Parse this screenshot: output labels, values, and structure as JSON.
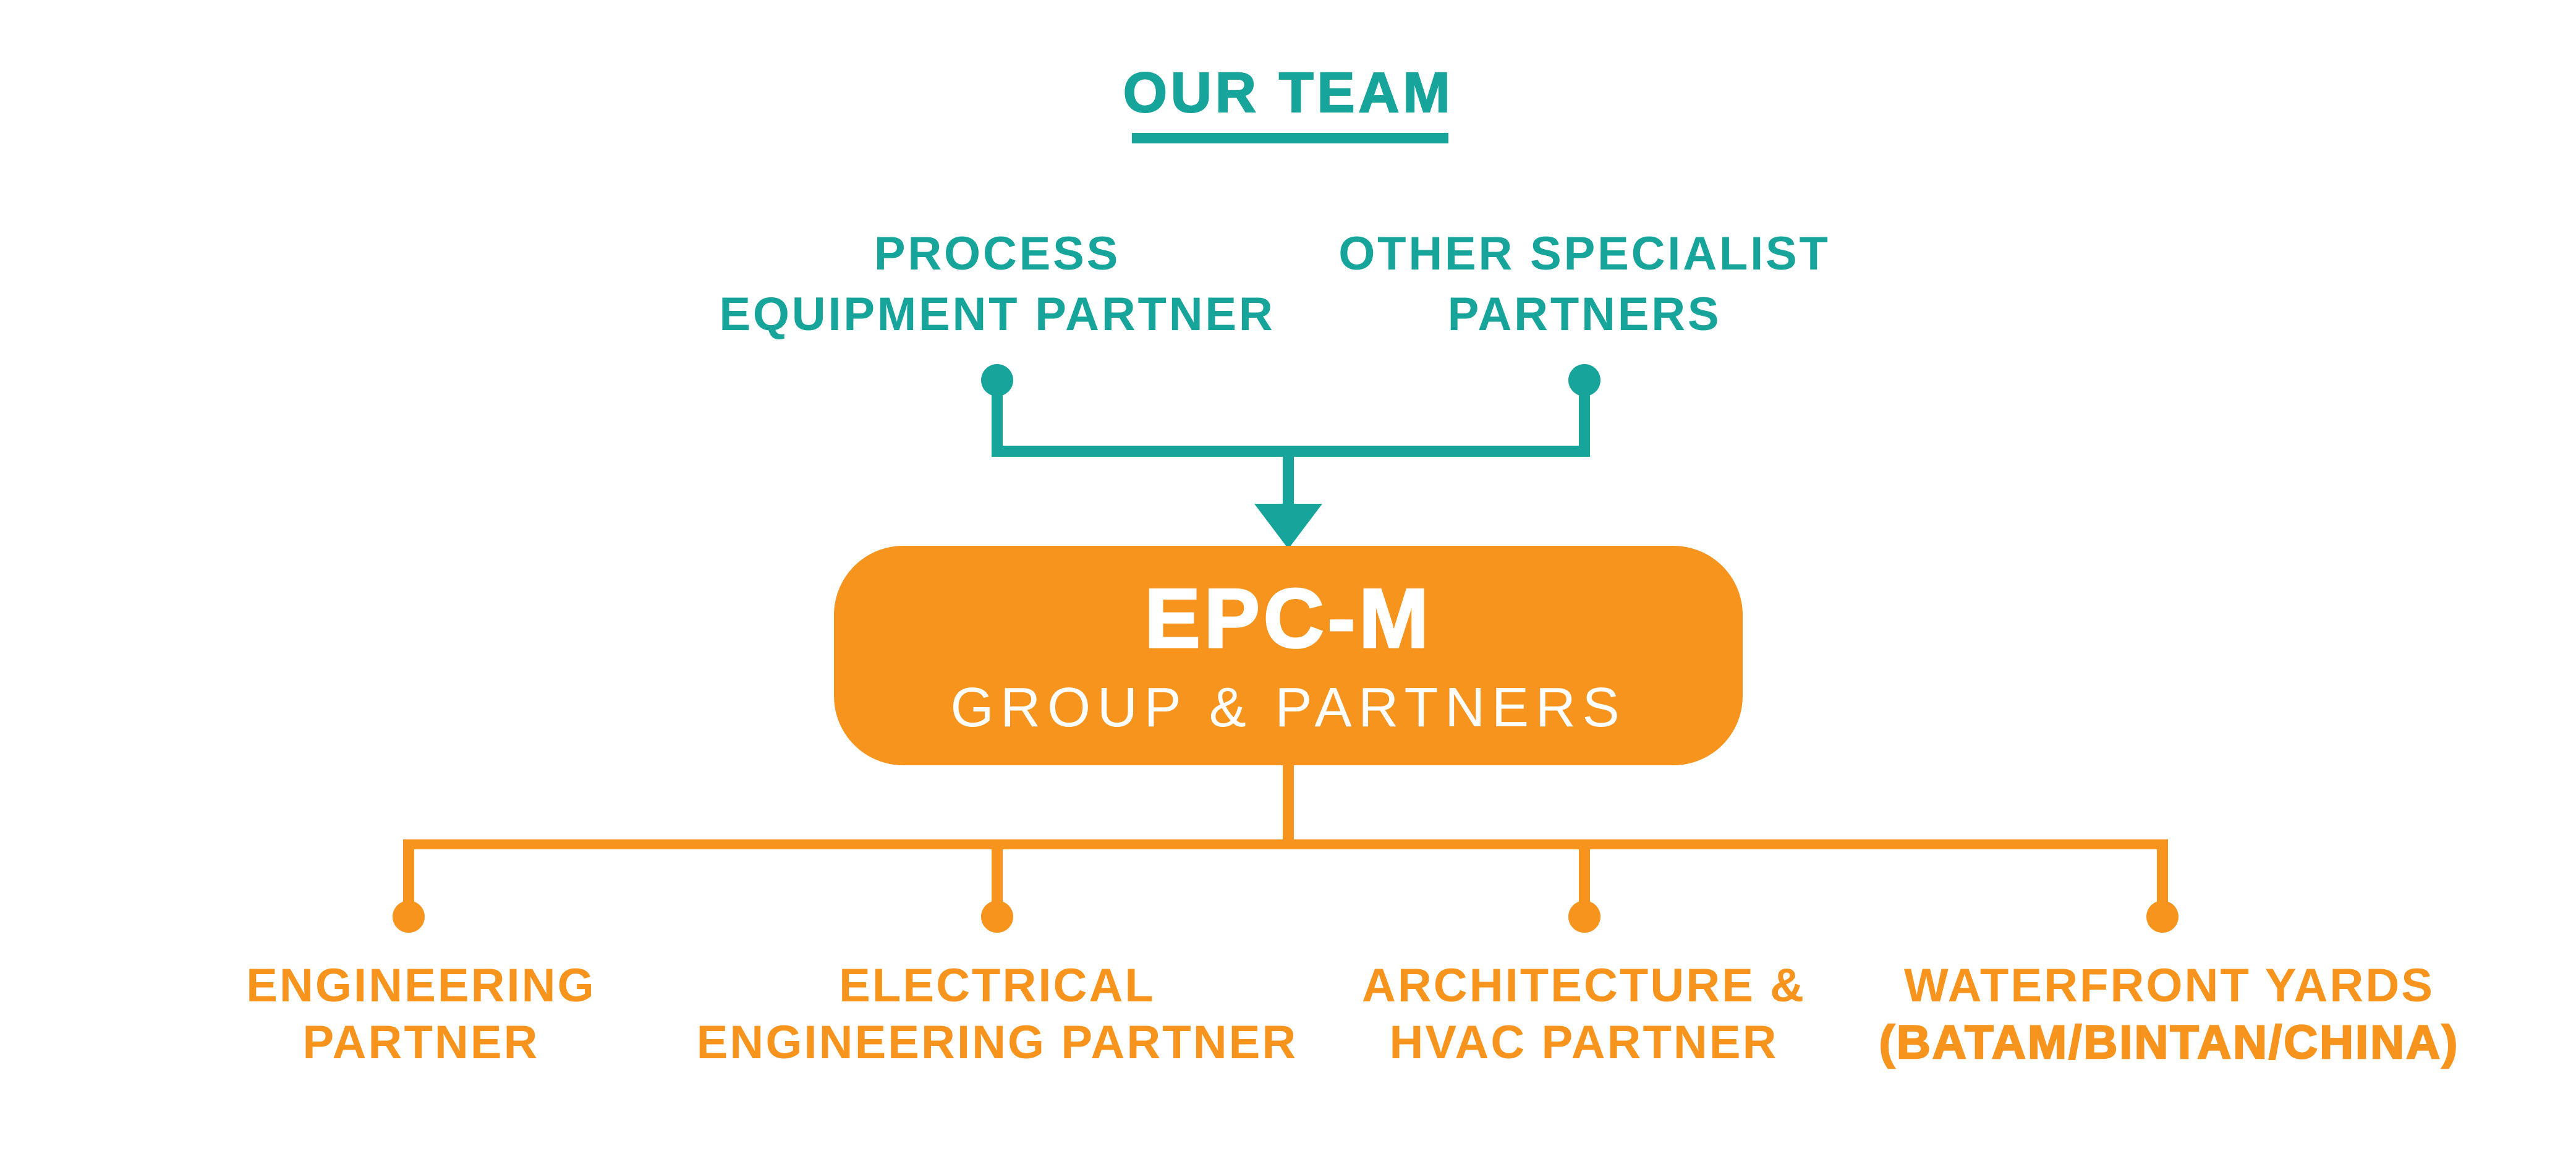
{
  "title": {
    "text": "OUR TEAM"
  },
  "colors": {
    "teal": "#17A49B",
    "orange": "#F6941E",
    "background": "#FFFFFF",
    "box_text": "#FFFFFF"
  },
  "top_partners": [
    {
      "lines": [
        "PROCESS",
        "EQUIPMENT PARTNER"
      ]
    },
    {
      "lines": [
        "OTHER SPECIALIST",
        "PARTNERS"
      ]
    }
  ],
  "center_box": {
    "title": "EPC-M",
    "subtitle": "GROUP & PARTNERS"
  },
  "bottom_partners": [
    {
      "lines": [
        "ENGINEERING",
        "PARTNER"
      ]
    },
    {
      "lines": [
        "ELECTRICAL",
        "ENGINEERING PARTNER"
      ]
    },
    {
      "lines": [
        "ARCHITECTURE &",
        "HVAC PARTNER"
      ]
    },
    {
      "lines": [
        "WATERFRONT YARDS",
        "(BATAM/BINTAN/CHINA)"
      ]
    }
  ]
}
